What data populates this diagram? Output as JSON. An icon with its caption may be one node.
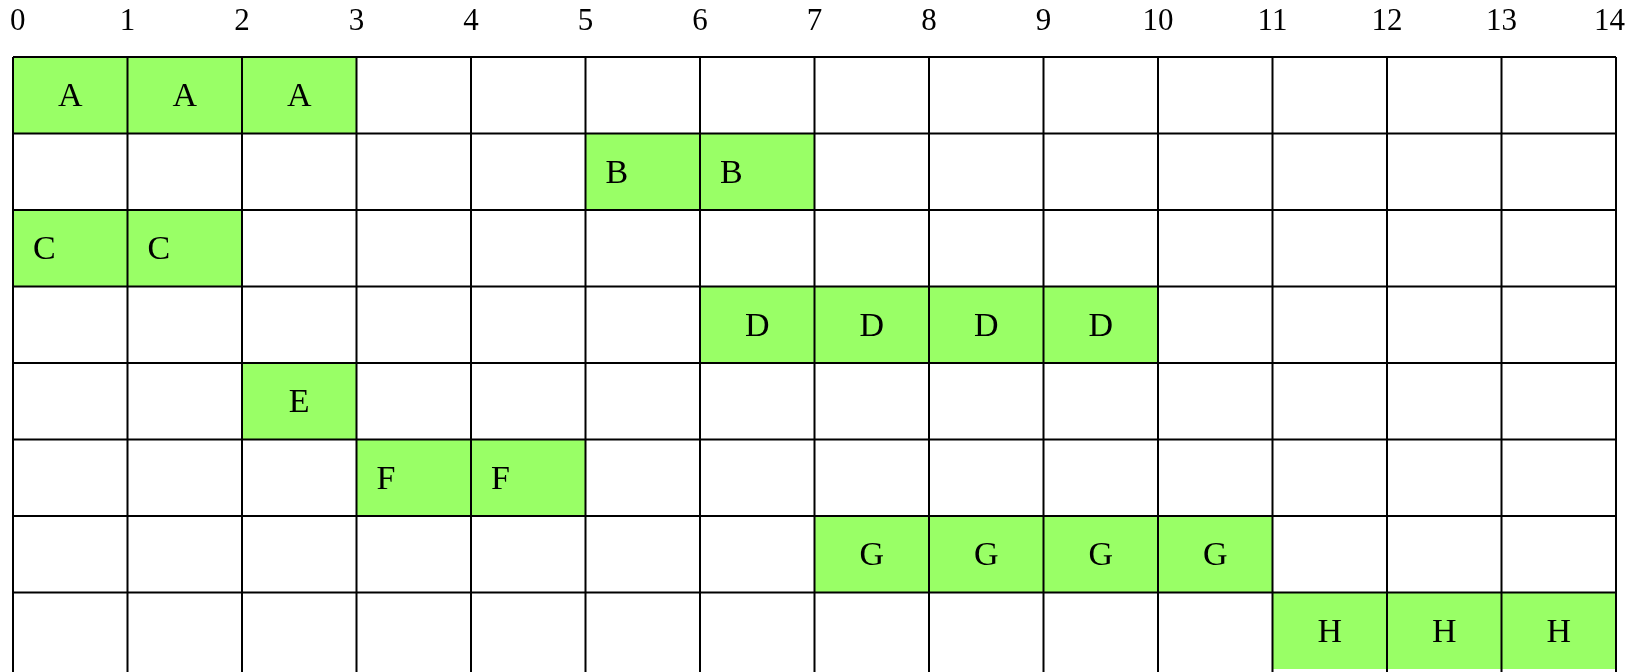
{
  "diagram": {
    "nodes": [
      {
        "text": [
          "A"
        ]
      },
      {
        "text": [
          "A"
        ]
      },
      {
        "text": [
          "A"
        ]
      },
      {
        "text": [
          "B"
        ]
      },
      {
        "text": [
          "B"
        ]
      },
      {
        "text": [
          "C"
        ]
      },
      {
        "text": [
          "C"
        ]
      },
      {
        "text": [
          "D"
        ]
      },
      {
        "text": [
          "D"
        ]
      },
      {
        "text": [
          "D"
        ]
      },
      {
        "text": [
          "D"
        ]
      },
      {
        "text": [
          "E"
        ]
      },
      {
        "text": [
          "F"
        ]
      },
      {
        "text": [
          "F"
        ]
      },
      {
        "text": [
          "G"
        ]
      },
      {
        "text": [
          "G"
        ]
      },
      {
        "text": [
          "G"
        ]
      },
      {
        "text": [
          "G"
        ]
      },
      {
        "text": [
          "H"
        ]
      },
      {
        "text": [
          "H"
        ]
      },
      {
        "text": [
          "H"
        ]
      }
    ],
    "labels": [
      "0",
      "1",
      "2",
      "3",
      "4",
      "5",
      "6",
      "7",
      "8",
      "9",
      "10",
      "11",
      "12",
      "13",
      "14"
    ]
  }
}
